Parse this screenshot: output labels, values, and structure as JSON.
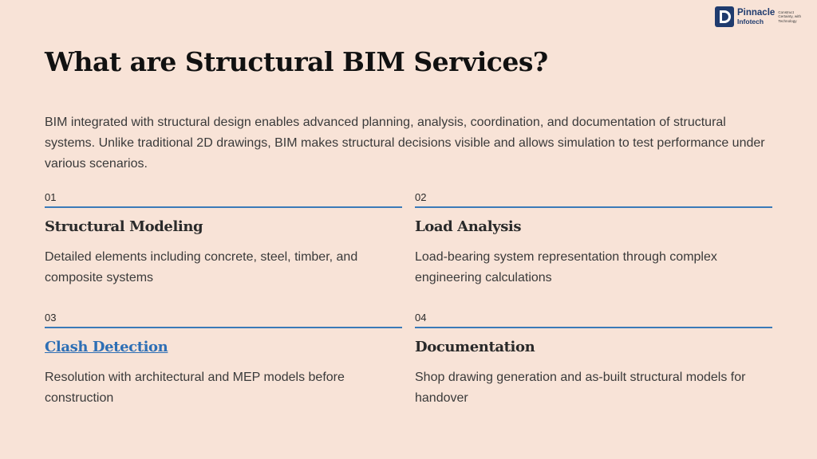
{
  "logo": {
    "name": "Pinnacle",
    "sub": "Infotech",
    "tagline": "Construct Certainty, with Technology",
    "brand_color": "#1f3b6e"
  },
  "title": "What are Structural BIM Services?",
  "intro": "BIM integrated with structural design enables advanced planning, analysis, coordination, and documentation of structural systems. Unlike traditional 2D drawings, BIM makes structural decisions visible and allows simulation to test performance under various scenarios.",
  "accent_color": "#3a7ab8",
  "cards": [
    {
      "num": "01",
      "heading": "Structural Modeling",
      "desc": "Detailed elements including concrete, steel, timber, and composite systems"
    },
    {
      "num": "02",
      "heading": "Load Analysis",
      "desc": "Load-bearing system representation through complex engineering calculations"
    },
    {
      "num": "03",
      "heading": "Clash Detection",
      "desc": "Resolution with architectural and MEP models before construction"
    },
    {
      "num": "04",
      "heading": "Documentation",
      "desc": "Shop drawing generation and as-built structural models for handover"
    }
  ]
}
